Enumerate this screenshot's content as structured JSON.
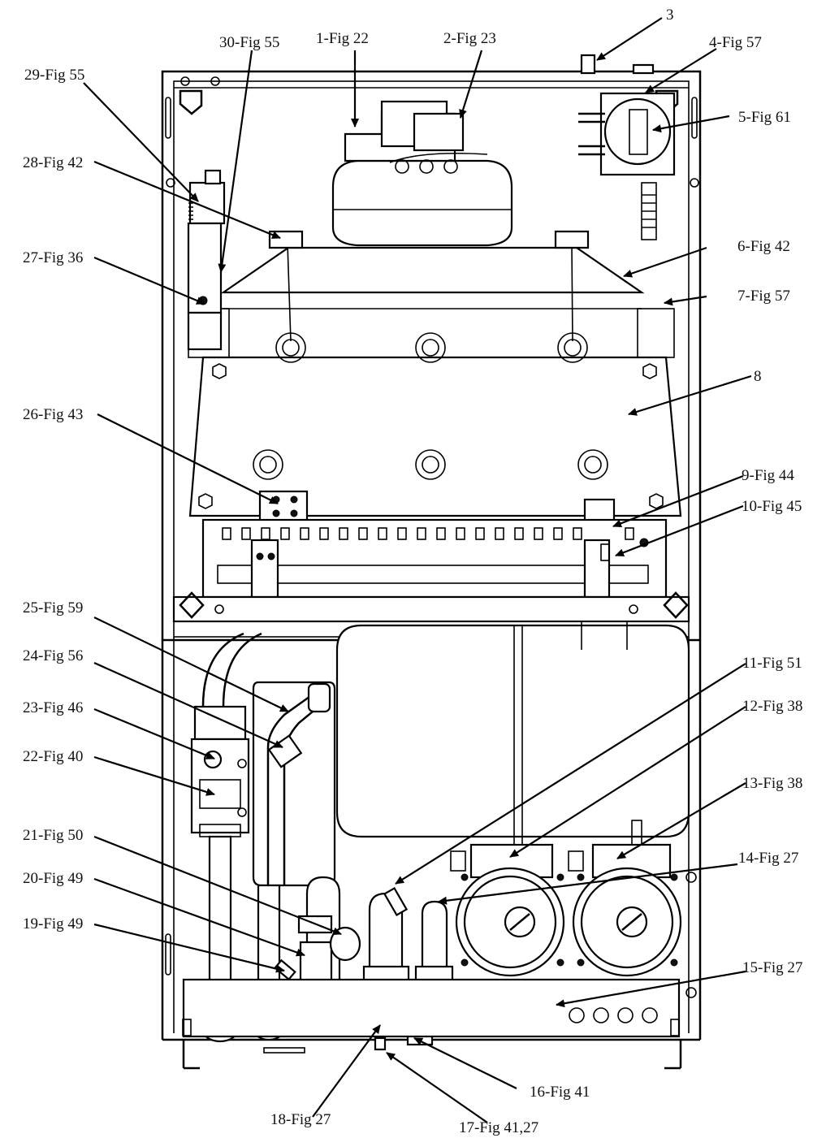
{
  "callouts": [
    {
      "id": "c3",
      "label": "3"
    },
    {
      "id": "c1",
      "label": "1-Fig 22"
    },
    {
      "id": "c2",
      "label": "2-Fig 23"
    },
    {
      "id": "c30",
      "label": "30-Fig 55"
    },
    {
      "id": "c4",
      "label": "4-Fig 57"
    },
    {
      "id": "c29",
      "label": "29-Fig 55"
    },
    {
      "id": "c5",
      "label": "5-Fig 61"
    },
    {
      "id": "c28",
      "label": "28-Fig 42"
    },
    {
      "id": "c6",
      "label": "6-Fig 42"
    },
    {
      "id": "c27",
      "label": "27-Fig 36"
    },
    {
      "id": "c7",
      "label": "7-Fig 57"
    },
    {
      "id": "c8",
      "label": "8"
    },
    {
      "id": "c26",
      "label": "26-Fig 43"
    },
    {
      "id": "c9",
      "label": "9-Fig 44"
    },
    {
      "id": "c10",
      "label": "10-Fig 45"
    },
    {
      "id": "c25",
      "label": "25-Fig 59"
    },
    {
      "id": "c11",
      "label": "11-Fig 51"
    },
    {
      "id": "c24",
      "label": "24-Fig 56"
    },
    {
      "id": "c12",
      "label": "12-Fig 38"
    },
    {
      "id": "c23",
      "label": "23-Fig 46"
    },
    {
      "id": "c13",
      "label": "13-Fig 38"
    },
    {
      "id": "c22",
      "label": "22-Fig 40"
    },
    {
      "id": "c14",
      "label": "14-Fig 27"
    },
    {
      "id": "c21",
      "label": "21-Fig 50"
    },
    {
      "id": "c20",
      "label": "20-Fig 49"
    },
    {
      "id": "c19",
      "label": "19-Fig 49"
    },
    {
      "id": "c15",
      "label": "15-Fig 27"
    },
    {
      "id": "c16",
      "label": "16-Fig 41"
    },
    {
      "id": "c18",
      "label": "18-Fig 27"
    },
    {
      "id": "c17",
      "label": "17-Fig 41,27"
    }
  ]
}
